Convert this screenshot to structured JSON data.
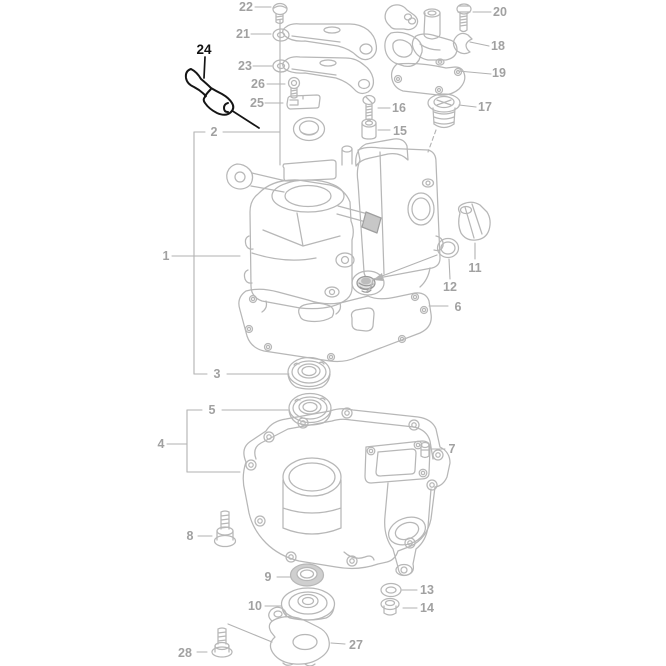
{
  "figure": {
    "type": "exploded-parts-diagram",
    "subject": "engine crankcase and cylinder assembly",
    "background_color": "#ffffff",
    "line_color": "#b7b7b7",
    "label_color": "#a1a1a1",
    "highlight_color": "#151515",
    "highlighted_part": "24"
  },
  "callouts": {
    "c1": "1",
    "c2": "2",
    "c3": "3",
    "c4": "4",
    "c5": "5",
    "c6": "6",
    "c7": "7",
    "c8": "8",
    "c9": "9",
    "c10": "10",
    "c11": "11",
    "c12": "12",
    "c13": "13",
    "c14": "14",
    "c15": "15",
    "c16": "16",
    "c17": "17",
    "c18": "18",
    "c19": "19",
    "c20": "20",
    "c21": "21",
    "c22": "22",
    "c23": "23",
    "c24": "24",
    "c25": "25",
    "c26": "26",
    "c27": "27",
    "c28": "28"
  }
}
